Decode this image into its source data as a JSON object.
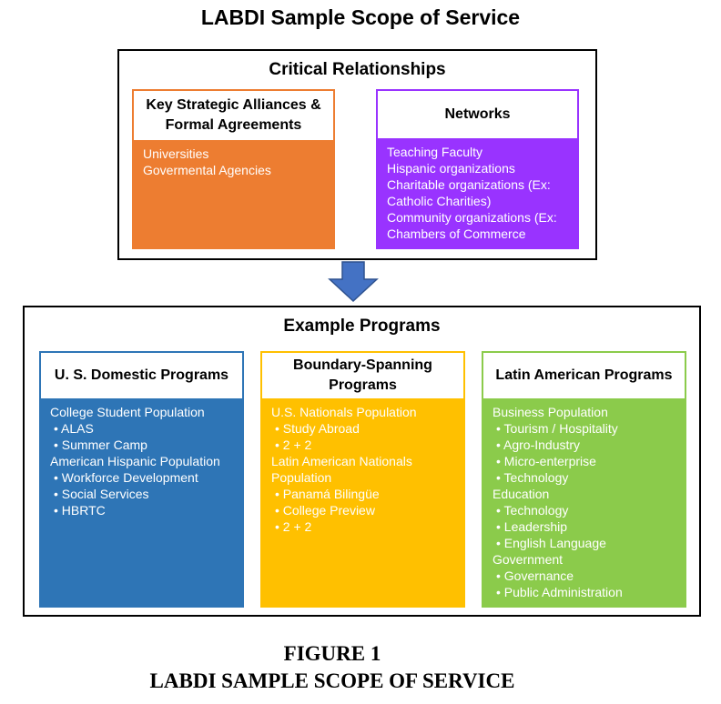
{
  "title": "LABDI Sample Scope of Service",
  "critical": {
    "title": "Critical Relationships",
    "alliances": {
      "heading_lines": [
        "Key Strategic Alliances &",
        "Formal Agreements"
      ],
      "items": [
        "Universities",
        "Govermental Agencies"
      ],
      "color": "#ED7D31"
    },
    "networks": {
      "heading": "Networks",
      "items": [
        "Teaching Faculty",
        "Hispanic organizations",
        "Charitable organizations (Ex:",
        "Catholic Charities)",
        "Community organizations (Ex:",
        "Chambers of Commerce"
      ],
      "color": "#9933FF"
    }
  },
  "arrow": {
    "icon": "down-arrow-icon",
    "color": "#4472C4"
  },
  "programs": {
    "title": "Example Programs",
    "domestic": {
      "heading": "U. S. Domestic Programs",
      "color": "#2E75B6",
      "lines": [
        "College Student Population",
        "•  ALAS",
        "•  Summer Camp",
        "American Hispanic Population",
        "•  Workforce Development",
        "•  Social Services",
        "•  HBRTC"
      ]
    },
    "boundary": {
      "heading_lines": [
        "Boundary-Spanning",
        "Programs"
      ],
      "color": "#FFC000",
      "lines": [
        "U.S. Nationals Population",
        "•  Study Abroad",
        "•  2 + 2",
        "Latin American Nationals",
        "Population",
        "•  Panamá Bilingüe",
        "•  College Preview",
        "•  2 + 2"
      ]
    },
    "latin": {
      "heading": "Latin American Programs",
      "color": "#8BCB4B",
      "lines": [
        "Business Population",
        "•  Tourism / Hospitality",
        "•  Agro-Industry",
        "•  Micro-enterprise",
        "•  Technology",
        "Education",
        "•  Technology",
        "•  Leadership",
        "•  English Language",
        "Government",
        "•  Governance",
        "•  Public Administration"
      ]
    }
  },
  "caption": {
    "line1": "FIGURE 1",
    "line2": "LABDI SAMPLE SCOPE OF SERVICE"
  }
}
